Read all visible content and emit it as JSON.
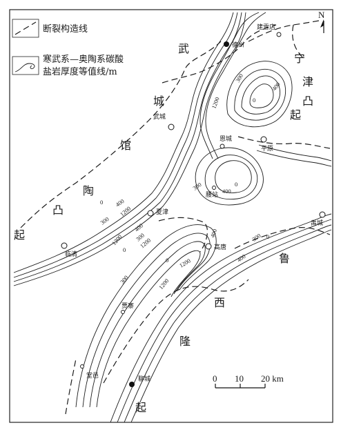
{
  "legend": {
    "fault_label": "断裂构造线",
    "isopach_label_line1": "寒武系—奥陶系碳酸",
    "isopach_label_line2": "盐岩厚度等值线/m"
  },
  "north_arrow": "N",
  "regions": {
    "wucheng_1": "武",
    "wucheng_2": "城",
    "guantao_1": "馆",
    "guantao_2": "陶",
    "guantao_3": "凸",
    "guantao_4": "起",
    "ningjin_1": "宁",
    "ningjin_2": "津",
    "ningjin_3": "凸",
    "ningjin_4": "起",
    "luxi_1": "鲁",
    "luxi_2": "西",
    "luxi_3": "隆",
    "luxi_4": "起"
  },
  "cities": {
    "dezhou": "德州",
    "jianxuedian": "建雪店",
    "wucheng": "武城",
    "encheng": "恩城",
    "pingyuan": "平原",
    "yaozhan": "腰站",
    "xiajin": "夏津",
    "linqing": "临清",
    "gaotang": "高唐",
    "yucheng": "禹城",
    "jiazhai": "贾寨",
    "tangyi": "堂邑",
    "liaocheng": "聊城"
  },
  "contours": {
    "c0_a": "0",
    "c400_a": "400",
    "c300_a": "300",
    "c1200_a": "1200",
    "c1200_b": "1200",
    "c300_b": "300",
    "c400_b": "400",
    "c0_b": "0",
    "c300_c": "300",
    "c400_c": "400",
    "c0_c": "0",
    "c400_d": "400",
    "c1200_c": "1200",
    "c400_e": "400",
    "c300_d": "300",
    "c1200_d": "1200",
    "c0_d": "0",
    "c0_e": "0",
    "c1200_e": "1200",
    "c300_e": "300",
    "c300_f": "300",
    "c400_f": "400",
    "c1200_f": "1200",
    "c0_f": "0"
  },
  "scale": {
    "t0": "0",
    "t10": "10",
    "t20": "20 km"
  }
}
